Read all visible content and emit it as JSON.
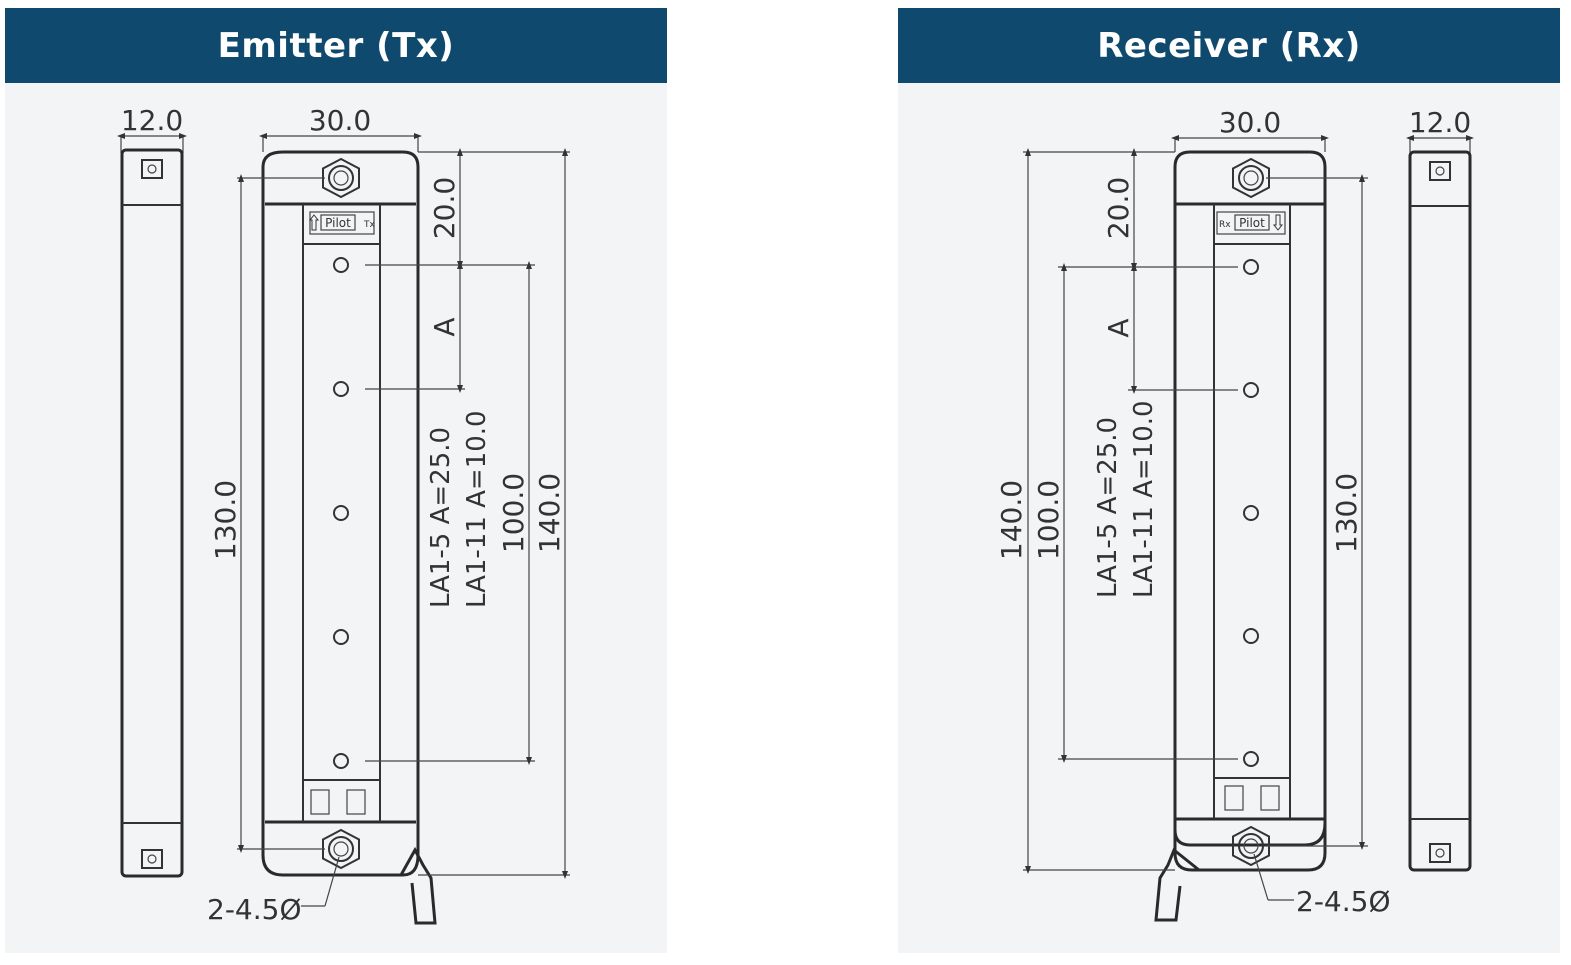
{
  "emitter": {
    "title": "Emitter (Tx)",
    "dims": {
      "side_width": "12.0",
      "front_width": "30.0",
      "top_offset": "20.0",
      "pitch": "A",
      "mount_span": "130.0",
      "beam_span": "100.0",
      "overall_height": "140.0",
      "hole_callout": "2-4.5Ø"
    },
    "models": [
      "LA1-5  A=25.0",
      "LA1-11  A=10.0"
    ],
    "pilot_label": "Pilot",
    "pilot_prefix": "Tx"
  },
  "receiver": {
    "title": "Receiver (Rx)",
    "dims": {
      "side_width": "12.0",
      "front_width": "30.0",
      "top_offset": "20.0",
      "pitch": "A",
      "mount_span": "130.0",
      "beam_span": "100.0",
      "overall_height": "140.0",
      "hole_callout": "2-4.5Ø"
    },
    "models": [
      "LA1-5  A=25.0",
      "LA1-11  A=10.0"
    ],
    "pilot_label": "Pilot",
    "pilot_prefix": "Rx"
  },
  "colors": {
    "header_bg": "#0f4a6e",
    "header_text": "#ffffff",
    "panel_bg": "#f3f4f5",
    "line": "#2a2a2a"
  }
}
